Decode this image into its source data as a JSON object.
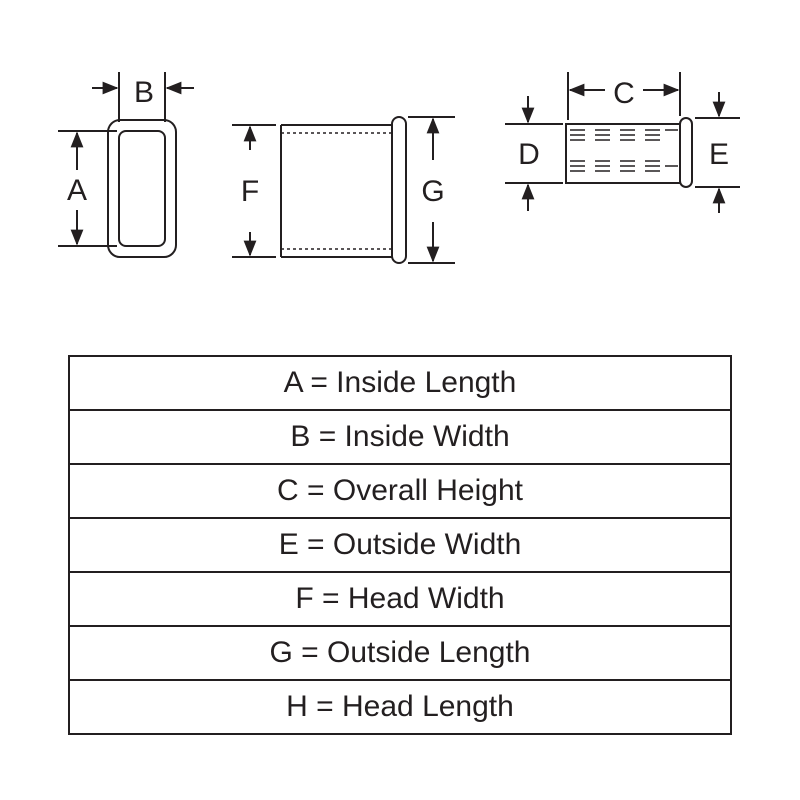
{
  "diagram": {
    "labels": {
      "a": "A",
      "b": "B",
      "c": "C",
      "d": "D",
      "e": "E",
      "f": "F",
      "g": "G"
    }
  },
  "legend": {
    "rows": [
      "A = Inside Length",
      "B = Inside Width",
      "C = Overall Height",
      "E = Outside Width",
      "F = Head Width",
      "G = Outside Length",
      "H = Head Length"
    ]
  },
  "colors": {
    "ink": "#231f20",
    "background": "#ffffff"
  }
}
